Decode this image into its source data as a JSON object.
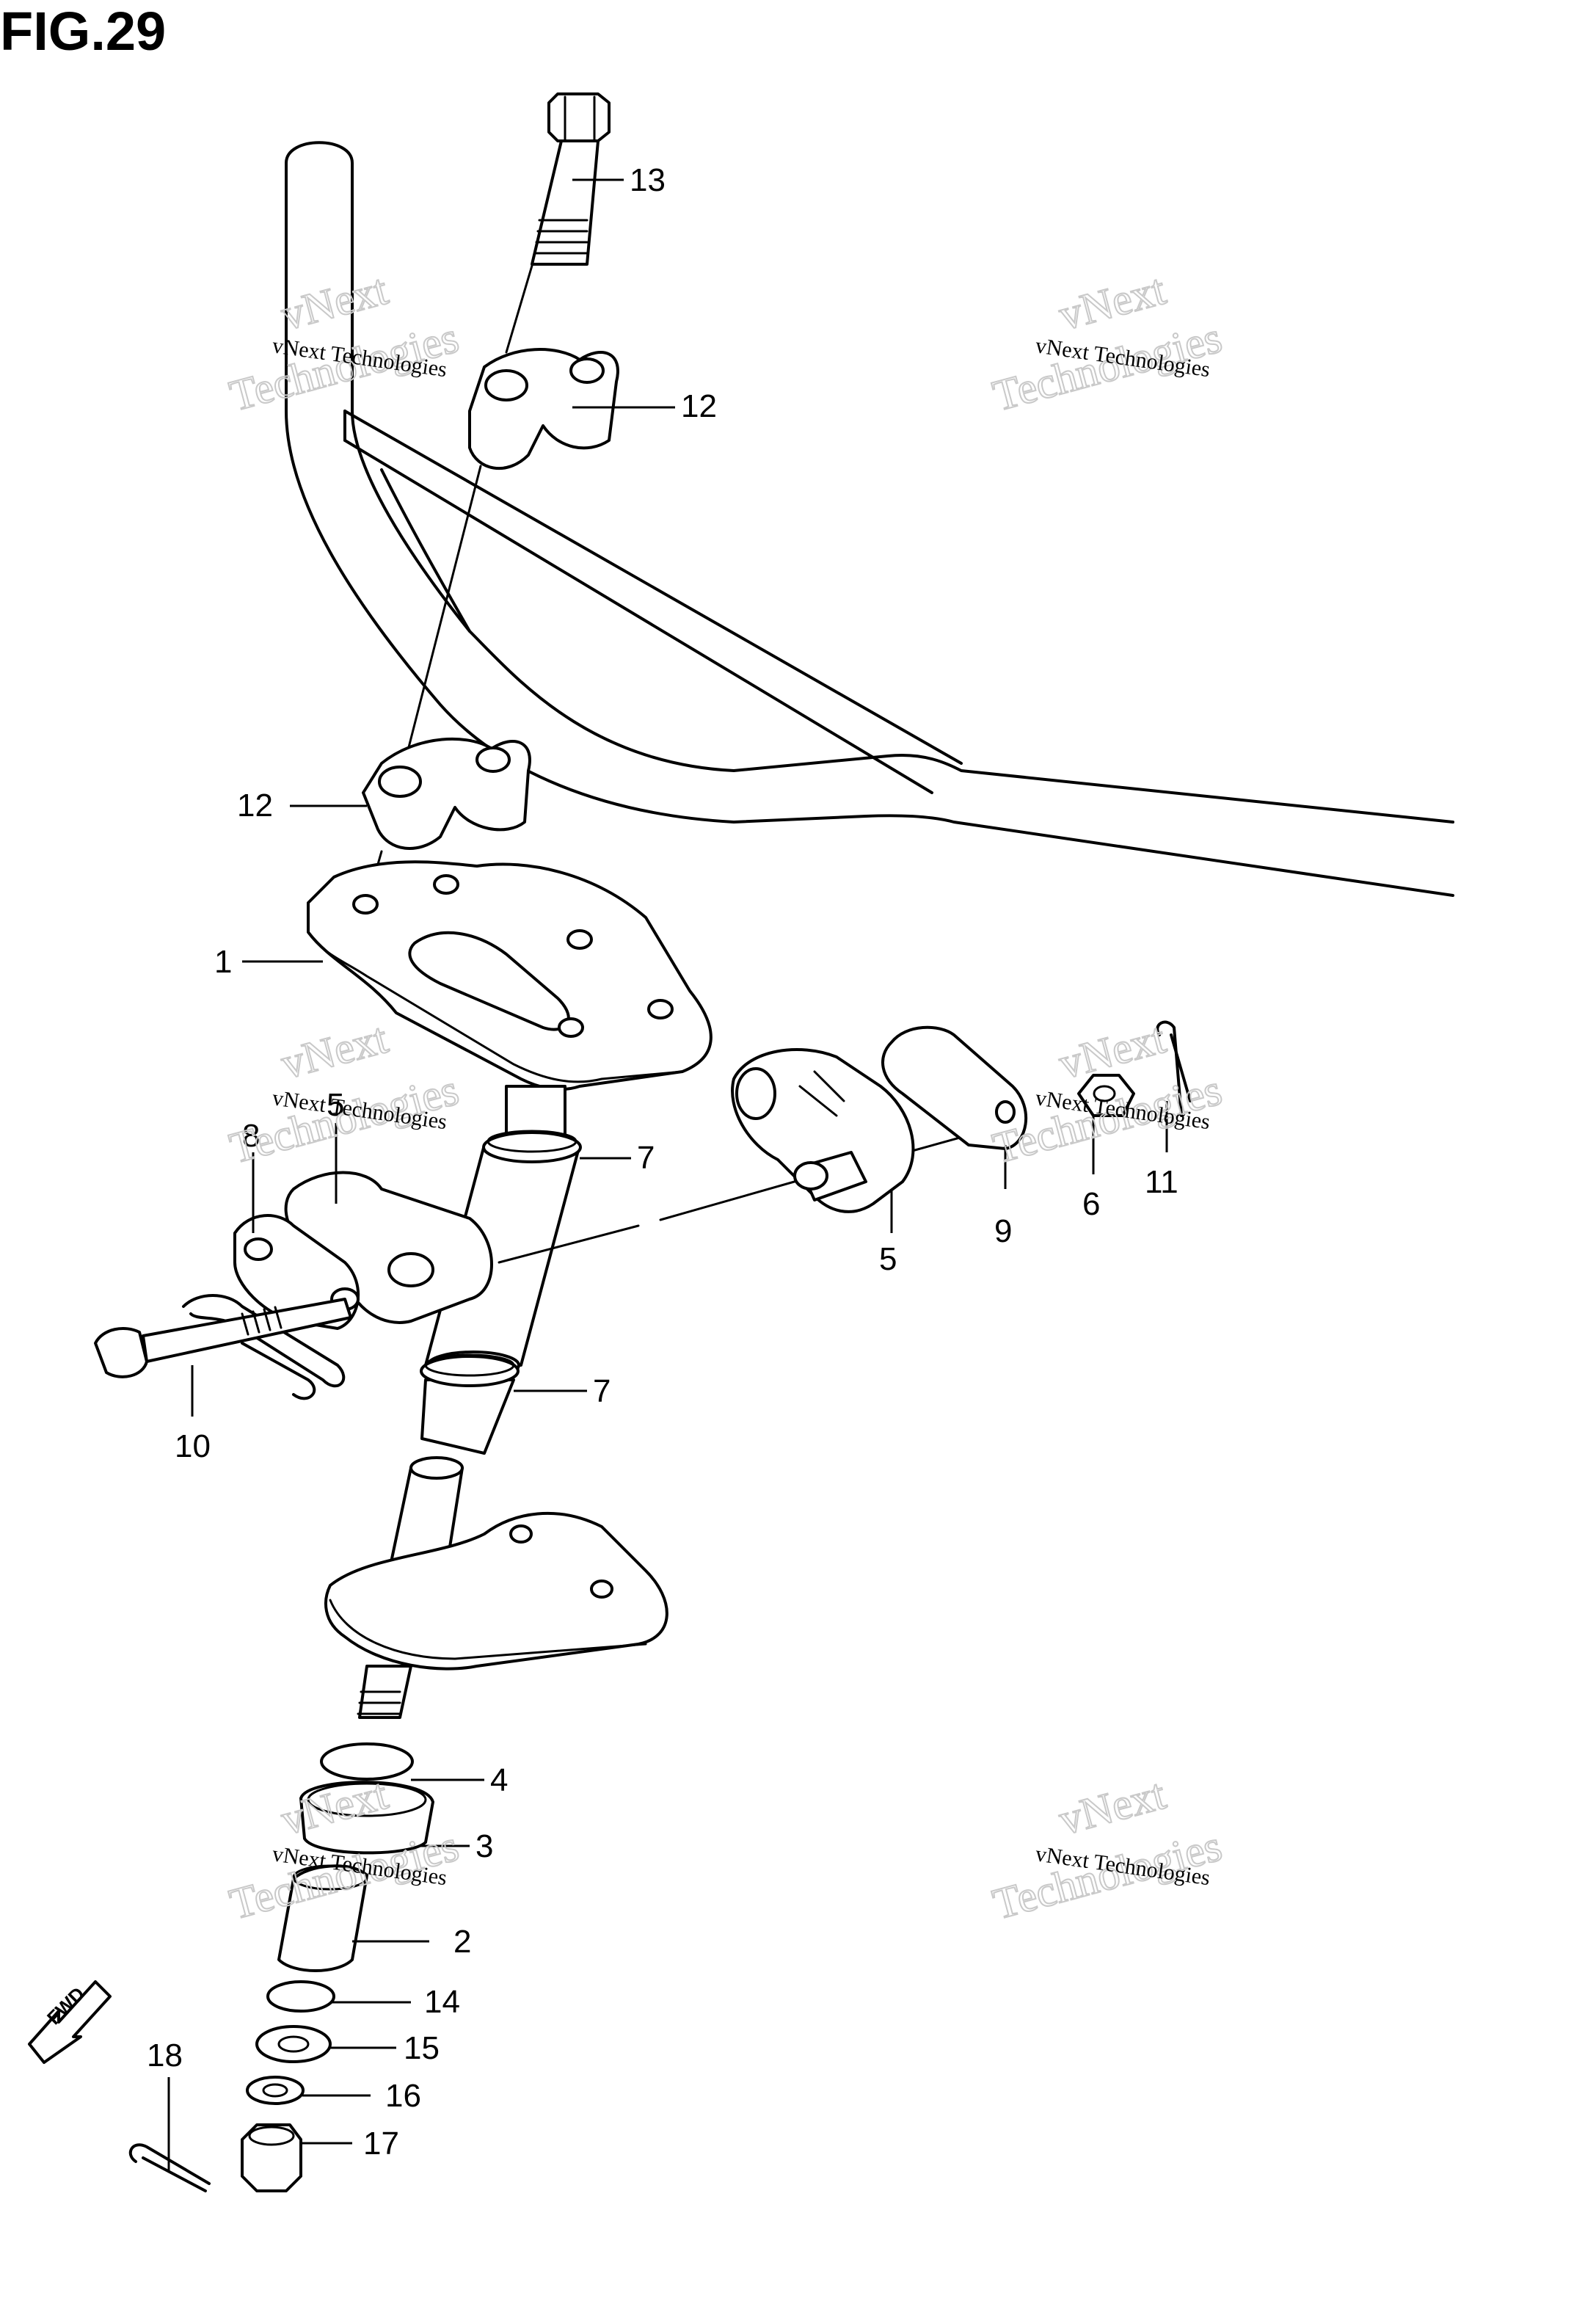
{
  "figure": {
    "title": "FIG.29"
  },
  "watermark": {
    "line1": "vNext Technologies",
    "line2a": "vNext",
    "line2b": "Technologies"
  },
  "fwd_label": "FWD",
  "callouts": {
    "c13": "13",
    "c12a": "12",
    "c12b": "12",
    "c1": "1",
    "c8": "8",
    "c5a": "5",
    "c7a": "7",
    "c5b": "5",
    "c9": "9",
    "c6": "6",
    "c11": "11",
    "c10": "10",
    "c7b": "7",
    "c4": "4",
    "c3": "3",
    "c2": "2",
    "c14": "14",
    "c15": "15",
    "c16": "16",
    "c17": "17",
    "c18": "18"
  }
}
